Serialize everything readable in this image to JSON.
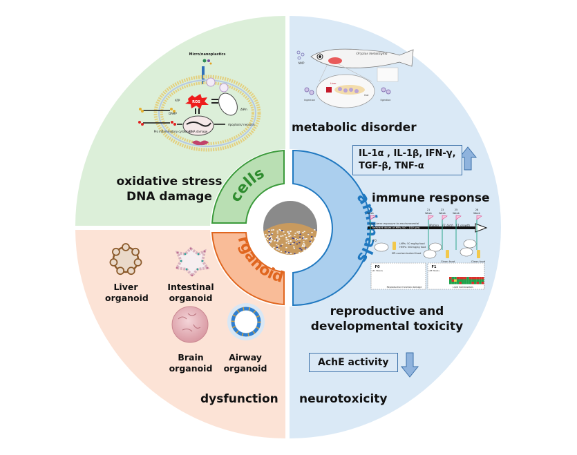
{
  "figure": {
    "quadrants": {
      "cells": {
        "ring_label": "cells",
        "outcome_lines": [
          "oxidative stress",
          "DNA damage"
        ],
        "schematic": {
          "source_label": "Micro/nanoplastics",
          "ros_label": "ROS",
          "atp_label": "ATP",
          "damp_label": "DAMP",
          "cytokines_label": "Pro inflammatory cytokines",
          "dna_label": "DNA damage",
          "apoptosis_label": "Apoptosis/ necrosis",
          "mito_label": "ΔΨm"
        }
      },
      "animals": {
        "ring_label": "animals",
        "metabolic_label": "metabolic disorder",
        "fish_schematic": {
          "species_label": "Oryzias melastigma",
          "nmp_label": "NMP",
          "ingestion_label": "Ingestion",
          "egestion_label": "Egestion",
          "liver_label": "Liver",
          "gut_label": "Gut"
        },
        "cytokine_box_lines": [
          "IL-1α , IL-1β, IFN-γ,",
          "TGF-β, TNF-α"
        ],
        "cytokine_direction": "up",
        "immune_label": "immune response",
        "timeline": {
          "weeks": [
            "6 Week",
            "21 Week",
            "23 Week",
            "25 Week",
            "28 Week"
          ],
          "exposure_text": [
            "Long-term exposure to environmental",
            "relevant doses of MPs (40 - 100 μm)"
          ],
          "phases": [
            "Mating",
            "F1 birth",
            "F1 growth"
          ],
          "f0_label": "F0",
          "f1_label": "F1",
          "dose_lines": [
            "LMPs: 50 mg/kg food",
            "HMPs: 500mg/kg food"
          ],
          "food_label": "MP-contaminated food",
          "clean_food_label": "Clean food",
          "panel_f0_title": "F0",
          "panel_f0_sub": "(21 Week)",
          "panel_f0_caption": "Reproductive function damage",
          "panel_f1_title": "F1",
          "panel_f1_sub": "(28 Week)",
          "panel_f1_caption": "Lipid homeostasis"
        },
        "repro_lines": [
          "reproductive and",
          "developmental toxicity"
        ],
        "ache_box": "AchE activity",
        "ache_direction": "down",
        "neuro_label": "neurotoxicity"
      },
      "organoids": {
        "ring_label": "organoids",
        "items": [
          {
            "line1": "Liver",
            "line2": "organoid"
          },
          {
            "line1": "Intestinal",
            "line2": "organoid"
          },
          {
            "line1": "Brain",
            "line2": "organoid"
          },
          {
            "line1": "Airway",
            "line2": "organoid"
          }
        ],
        "outcome_label": "dysfunction"
      }
    },
    "colors": {
      "cells_bg": "#dcefd9",
      "cells_ring": "#b4dcae",
      "cells_accent": "#3a9a3a",
      "animals_bg": "#dae9f6",
      "animals_ring": "#a9cdeb",
      "animals_accent": "#1f78c0",
      "organoids_bg": "#fce3d6",
      "organoids_ring": "#f8b892",
      "organoids_accent": "#e0661f",
      "arrow_fill": "#8fb3dd"
    }
  }
}
